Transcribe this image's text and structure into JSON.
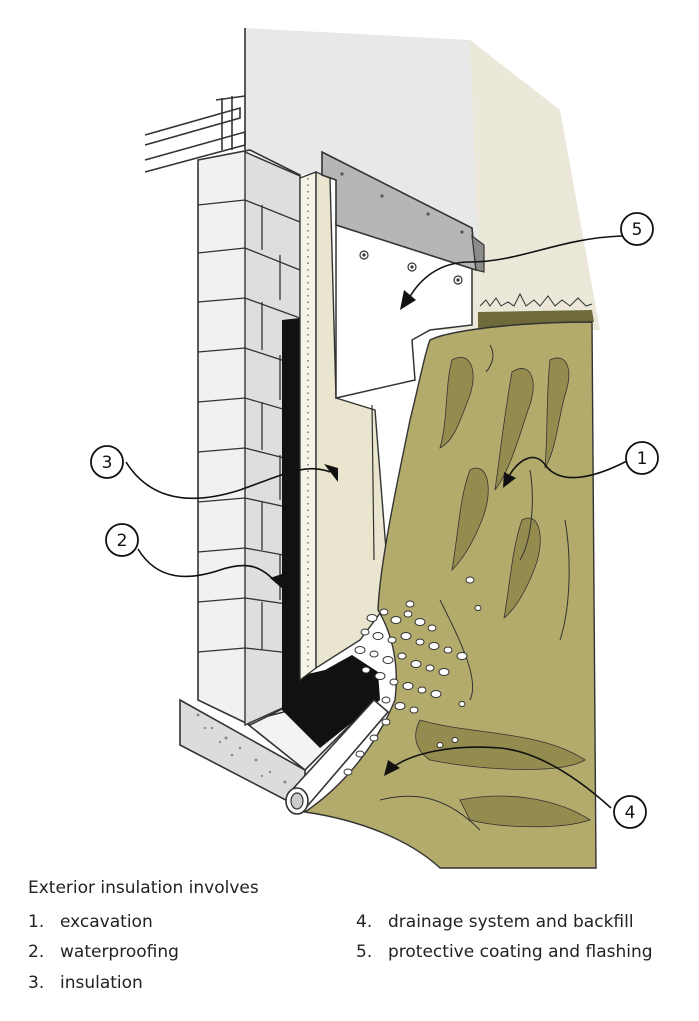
{
  "callouts": [
    {
      "number": "1"
    },
    {
      "number": "2"
    },
    {
      "number": "3"
    },
    {
      "number": "4"
    },
    {
      "number": "5"
    }
  ],
  "caption": {
    "intro": "Exterior insulation involves",
    "items": [
      {
        "num": "1.",
        "text": "excavation"
      },
      {
        "num": "2.",
        "text": "waterproofing"
      },
      {
        "num": "3.",
        "text": "insulation"
      },
      {
        "num": "4.",
        "text": "drainage system and backfill"
      },
      {
        "num": "5.",
        "text": "protective coating and flashing"
      }
    ]
  },
  "colors": {
    "soil": "#b3ab6c",
    "soil_dark": "#948c4e",
    "background_soil": "#ebe8d9",
    "insulation_board": "#e9e5ce",
    "waterproofing": "#111111",
    "flashing": "#b6b6b6",
    "block_wall": "#f1f1f1",
    "upper_wall": "#e8e8e8",
    "concrete_footing": "#e1e1e1"
  }
}
